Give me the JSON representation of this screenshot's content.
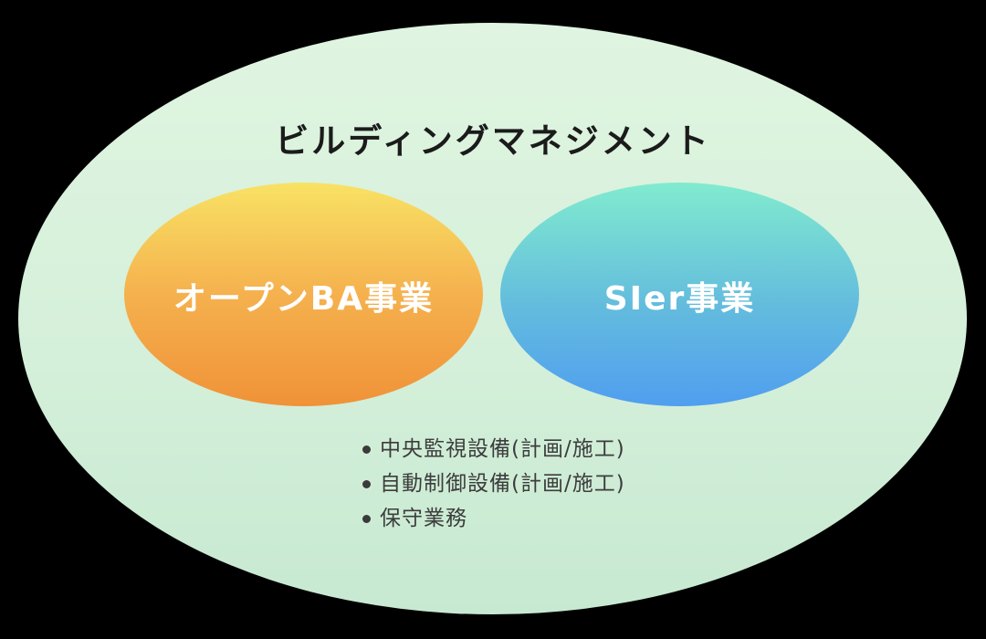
{
  "diagram": {
    "title": "ビルディングマネジメント",
    "ellipses": [
      {
        "id": "open-ba",
        "label": "オープンBA事業"
      },
      {
        "id": "sier",
        "label": "SIer事業"
      }
    ],
    "bullets": [
      "中央監視設備(計画/施工)",
      "自動制御設備(計画/施工)",
      "保守業務"
    ]
  },
  "colors": {
    "page_background": "#000000",
    "outer_ellipse_top": "#e0f5e1",
    "outer_ellipse_bottom": "#c7e9d1",
    "open_ba_gradient_top": "#f8e264",
    "open_ba_gradient_bottom": "#f09238",
    "sier_gradient_top": "#81ebcf",
    "sier_gradient_bottom": "#509ef0",
    "title_text": "#1b1b1b",
    "ellipse_label_text": "#ffffff",
    "bullet_text": "#3d3d3d"
  }
}
